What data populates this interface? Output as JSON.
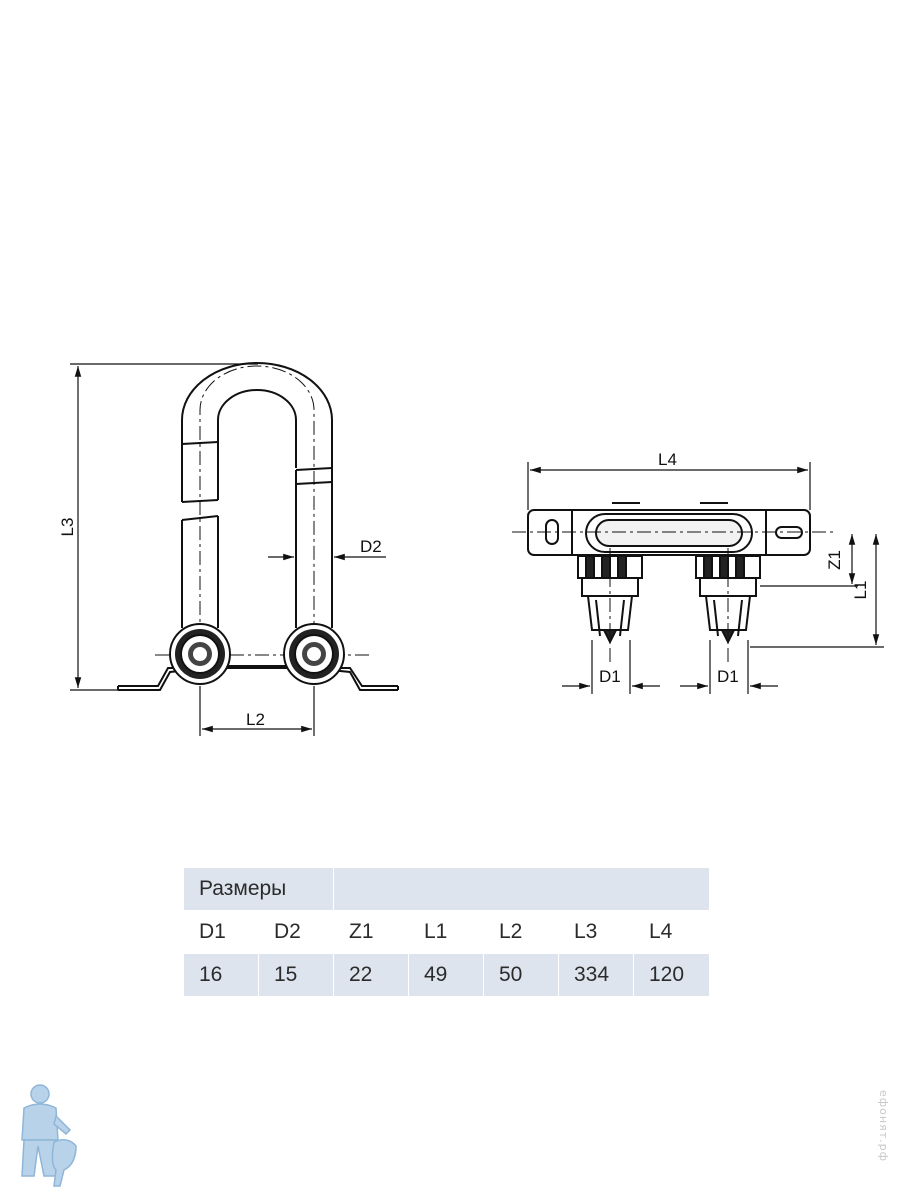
{
  "drawing": {
    "left_view": {
      "labels": {
        "l3": "L3",
        "d2": "D2",
        "l2": "L2"
      }
    },
    "right_view": {
      "labels": {
        "l4": "L4",
        "z1": "Z1",
        "l1": "L1",
        "d1_left": "D1",
        "d1_right": "D1"
      }
    }
  },
  "table": {
    "title": "Размеры",
    "headers": [
      "D1",
      "D2",
      "Z1",
      "L1",
      "L2",
      "L3",
      "L4"
    ],
    "values": [
      "16",
      "15",
      "22",
      "49",
      "50",
      "334",
      "120"
    ]
  },
  "watermark": {
    "text": "ефонят.рф"
  },
  "colors": {
    "line": "#111111",
    "table_fill": "#dde4ee",
    "logo": "#8fb6d8",
    "watermark": "#c8c8c8"
  }
}
